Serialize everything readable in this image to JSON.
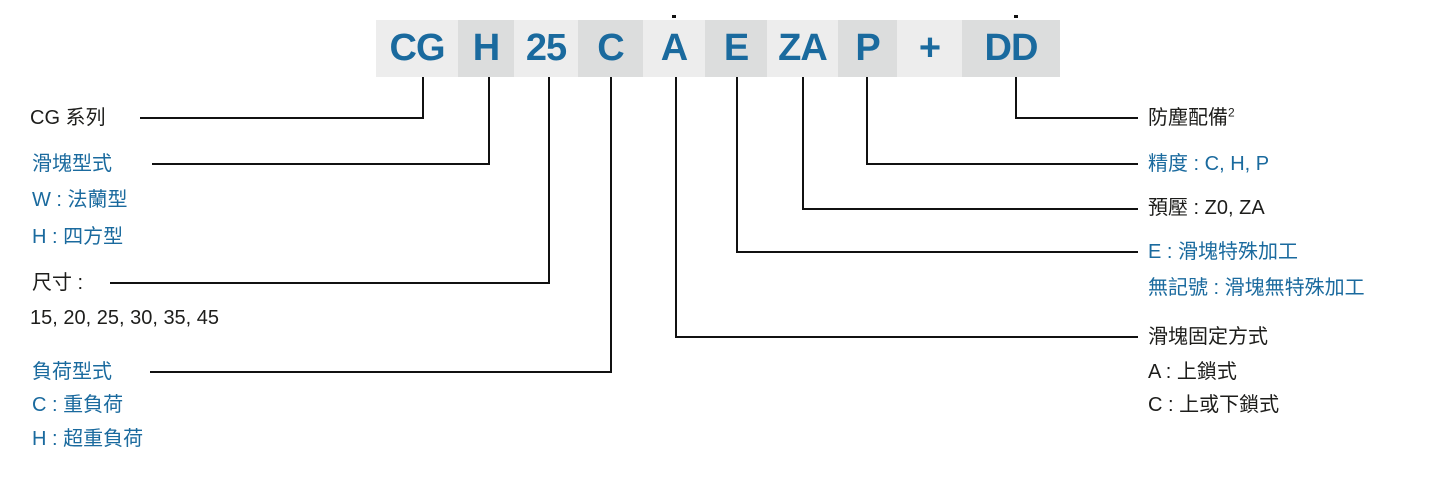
{
  "model_code": {
    "segments": [
      "CG",
      "H",
      "25",
      "C",
      "A",
      "E",
      "ZA",
      "P",
      "+",
      "DD"
    ]
  },
  "left_annotations": [
    {
      "text": "CG 系列",
      "color": "black"
    },
    {
      "text": "滑塊型式",
      "color": "blue"
    },
    {
      "text": "W : 法蘭型",
      "color": "blue"
    },
    {
      "text": "H : 四方型",
      "color": "blue"
    },
    {
      "text": "尺寸 :",
      "color": "black"
    },
    {
      "text": "15, 20, 25, 30, 35, 45",
      "color": "black"
    },
    {
      "text": "負荷型式",
      "color": "blue"
    },
    {
      "text": "C : 重負荷",
      "color": "blue"
    },
    {
      "text": "H : 超重負荷",
      "color": "blue"
    }
  ],
  "right_annotations": [
    {
      "text": "防塵配備",
      "superscript": "2",
      "color": "black"
    },
    {
      "text": "精度 : C, H, P",
      "color": "blue"
    },
    {
      "text": "預壓 : Z0, ZA",
      "color": "black"
    },
    {
      "text": "E : 滑塊特殊加工",
      "color": "blue"
    },
    {
      "text": "無記號 : 滑塊無特殊加工",
      "color": "blue"
    },
    {
      "text": "滑塊固定方式",
      "color": "black"
    },
    {
      "text": "A : 上鎖式",
      "color": "black"
    },
    {
      "text": "C : 上或下鎖式",
      "color": "black"
    }
  ],
  "colors": {
    "blue": "#1a6a9e",
    "black": "#1d1d1b",
    "box_light": "#ededed",
    "box_dark": "#dcdddd",
    "line": "#111111"
  }
}
